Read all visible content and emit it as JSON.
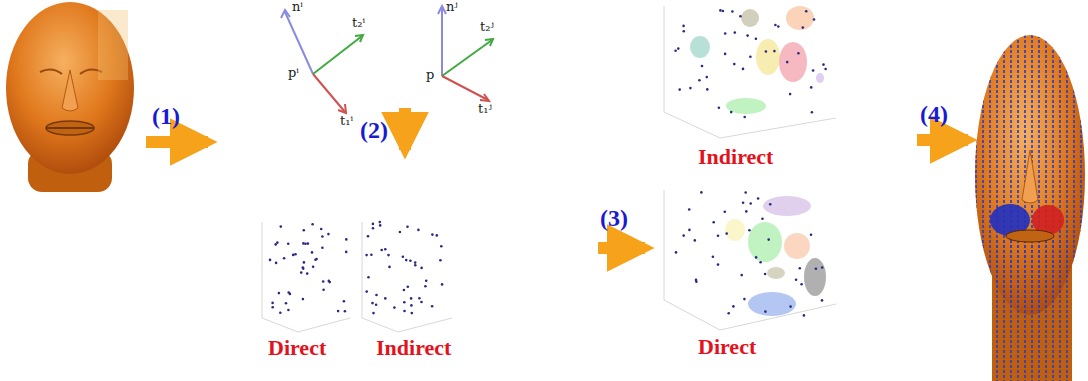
{
  "diagram": {
    "labels": [
      "(1)",
      "nⁱ",
      "t₂ⁱ",
      "pⁱ",
      "t₁ⁱ",
      "nʲ",
      "t₂ʲ",
      "p",
      "t₁ʲ",
      "(2)",
      "Direct",
      "Indirect",
      "(3)",
      "Indirect",
      "Direct",
      "(4)"
    ]
  }
}
